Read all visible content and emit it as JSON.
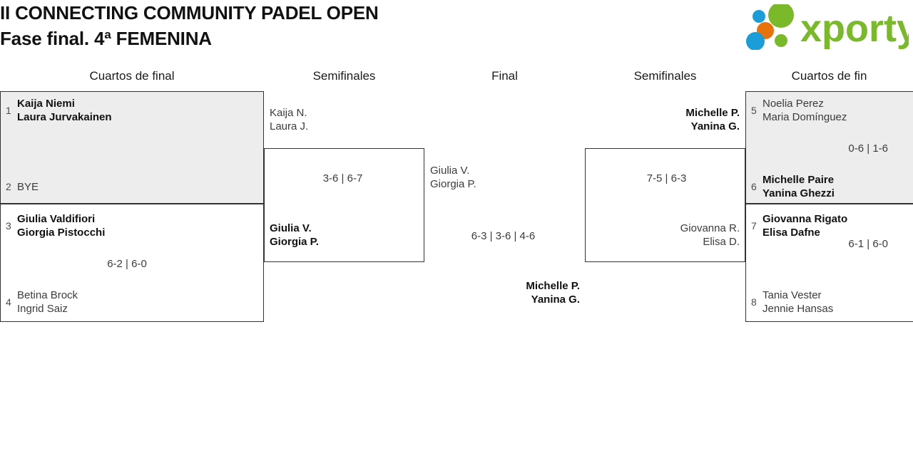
{
  "header": {
    "title_line1": "II CONNECTING COMMUNITY PADEL OPEN",
    "title_line2": "Fase final. 4ª FEMENINA",
    "logo_text": "xporty",
    "logo_colors": {
      "green": "#7ab929",
      "blue": "#1b9dd9",
      "orange": "#e8720c"
    }
  },
  "rounds": [
    {
      "label": "Cuartos de final"
    },
    {
      "label": "Semifinales"
    },
    {
      "label": "Final"
    },
    {
      "label": "Semifinales"
    },
    {
      "label": "Cuartos de fin"
    }
  ],
  "bracket": {
    "left_quarters": [
      {
        "highlight": true,
        "top": {
          "seed": "1",
          "p1": "Kaija Niemi",
          "p2": "Laura Jurvakainen",
          "winner": true
        },
        "bottom": {
          "seed": "2",
          "p1": "BYE",
          "p2": "",
          "winner": false
        },
        "score": ""
      },
      {
        "highlight": false,
        "top": {
          "seed": "3",
          "p1": "Giulia Valdifiori",
          "p2": "Giorgia Pistocchi",
          "winner": true
        },
        "bottom": {
          "seed": "4",
          "p1": "Betina Brock",
          "p2": "Ingrid Saiz",
          "winner": false
        },
        "score": "6-2 | 6-0"
      }
    ],
    "left_semifinal": {
      "top": {
        "p1": "Kaija N.",
        "p2": "Laura J.",
        "winner": false
      },
      "bottom": {
        "p1": "Giulia V.",
        "p2": "Giorgia P.",
        "winner": true
      },
      "score": "3-6 | 6-7"
    },
    "final": {
      "top": {
        "p1": "Giulia V.",
        "p2": "Giorgia P.",
        "winner": false
      },
      "bottom": {
        "p1": "Michelle P.",
        "p2": "Yanina G.",
        "winner": true
      },
      "score": "6-3 | 3-6 | 4-6"
    },
    "right_semifinal": {
      "top": {
        "p1": "Michelle P.",
        "p2": "Yanina G.",
        "winner": true
      },
      "bottom": {
        "p1": "Giovanna R.",
        "p2": "Elisa D.",
        "winner": false
      },
      "score": "7-5 | 6-3"
    },
    "right_quarters": [
      {
        "highlight": true,
        "top": {
          "seed": "5",
          "p1": "Noelia Perez",
          "p2": "Maria Domínguez",
          "winner": false
        },
        "bottom": {
          "seed": "6",
          "p1": "Michelle Paire",
          "p2": "Yanina Ghezzi",
          "winner": true
        },
        "score": "0-6 | 1-6"
      },
      {
        "highlight": false,
        "top": {
          "seed": "7",
          "p1": "Giovanna Rigato",
          "p2": "Elisa Dafne",
          "winner": true
        },
        "bottom": {
          "seed": "8",
          "p1": "Tania Vester",
          "p2": "Jennie Hansas",
          "winner": false
        },
        "score": "6-1 | 6-0"
      }
    ]
  }
}
